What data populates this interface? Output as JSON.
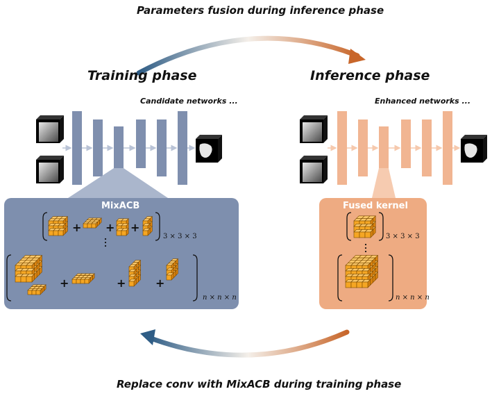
{
  "captions": {
    "top": "Parameters fusion during inference phase",
    "bottom": "Replace conv with MixACB during training phase"
  },
  "training": {
    "title": "Training phase",
    "subtitle": "Candidate networks ...",
    "box_title": "MixACB",
    "dim_small": "3 × 3 × 3",
    "dim_large": "n × n × n",
    "bar_color": "#7f8fae",
    "panel_color": "#7e8fae"
  },
  "inference": {
    "title": "Inference phase",
    "subtitle": "Enhanced networks ...",
    "box_title": "Fused kernel",
    "dim_small": "3 × 3 × 3",
    "dim_large": "n × n × n",
    "bar_color": "#f1b592",
    "panel_color": "#eeab82"
  },
  "colors": {
    "arrow_blue": "#2f5d86",
    "arrow_orange": "#c8662a",
    "cube_face": "#f5a623",
    "cube_edge": "#7a4a00"
  }
}
